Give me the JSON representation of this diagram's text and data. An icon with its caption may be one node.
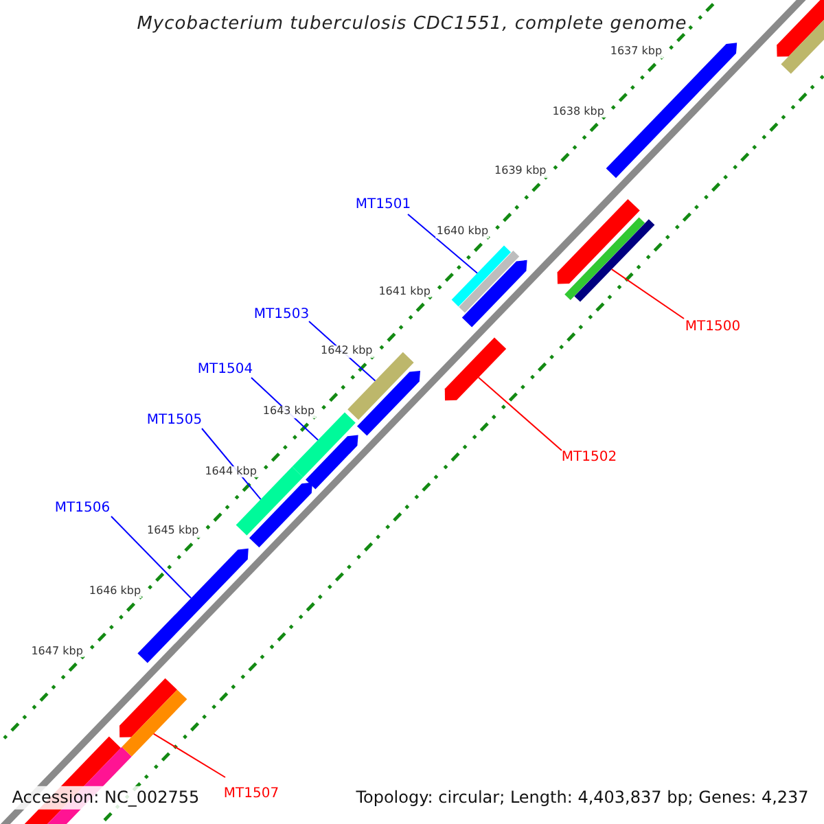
{
  "diagram": {
    "title": "Mycobacterium tuberculosis CDC1551, complete genome",
    "nodes": [
      {
        "text": [
          "MT1501"
        ]
      },
      {
        "text": [],
        "shape": "bar"
      },
      {
        "text": [
          "MT1500"
        ]
      },
      {
        "text": [],
        "shape": "bar"
      },
      {
        "text": [
          "MT1503"
        ]
      },
      {
        "text": [],
        "shape": "bar"
      },
      {
        "text": [
          "MT1504"
        ]
      },
      {
        "text": [],
        "shape": "bar"
      },
      {
        "text": [
          "MT1502"
        ]
      },
      {
        "text": [],
        "shape": "bar"
      },
      {
        "text": [
          "MT1505"
        ]
      },
      {
        "text": [],
        "shape": "bar"
      },
      {
        "text": [
          "MT1506"
        ]
      },
      {
        "text": [],
        "shape": "bar"
      },
      {
        "text": [
          "MT1507"
        ]
      },
      {
        "text": [],
        "shape": "bar"
      }
    ],
    "edges": [
      {
        "from": 0,
        "to": 1,
        "arrow": "none"
      },
      {
        "from": 2,
        "to": 3,
        "arrow": "none",
        "color": "#ff0000"
      },
      {
        "from": 4,
        "to": 5,
        "arrow": "none"
      },
      {
        "from": 6,
        "to": 7,
        "arrow": "none"
      },
      {
        "from": 8,
        "to": 9,
        "arrow": "none",
        "color": "#ff0000"
      },
      {
        "from": 10,
        "to": 11,
        "arrow": "none"
      },
      {
        "from": 12,
        "to": 13,
        "arrow": "none"
      },
      {
        "from": 14,
        "to": 15,
        "arrow": "none",
        "color": "#ff0000"
      }
    ],
    "labels": [
      "1637 kbp",
      "1638 kbp",
      "1639 kbp",
      "1640 kbp",
      "1641 kbp",
      "1642 kbp",
      "1643 kbp",
      "1644 kbp",
      "1645 kbp",
      "1646 kbp",
      "1647 kbp",
      "Accession: NC_002755",
      "Topology: circular; Length: 4,403,837 bp; Genes: 4,237"
    ]
  }
}
